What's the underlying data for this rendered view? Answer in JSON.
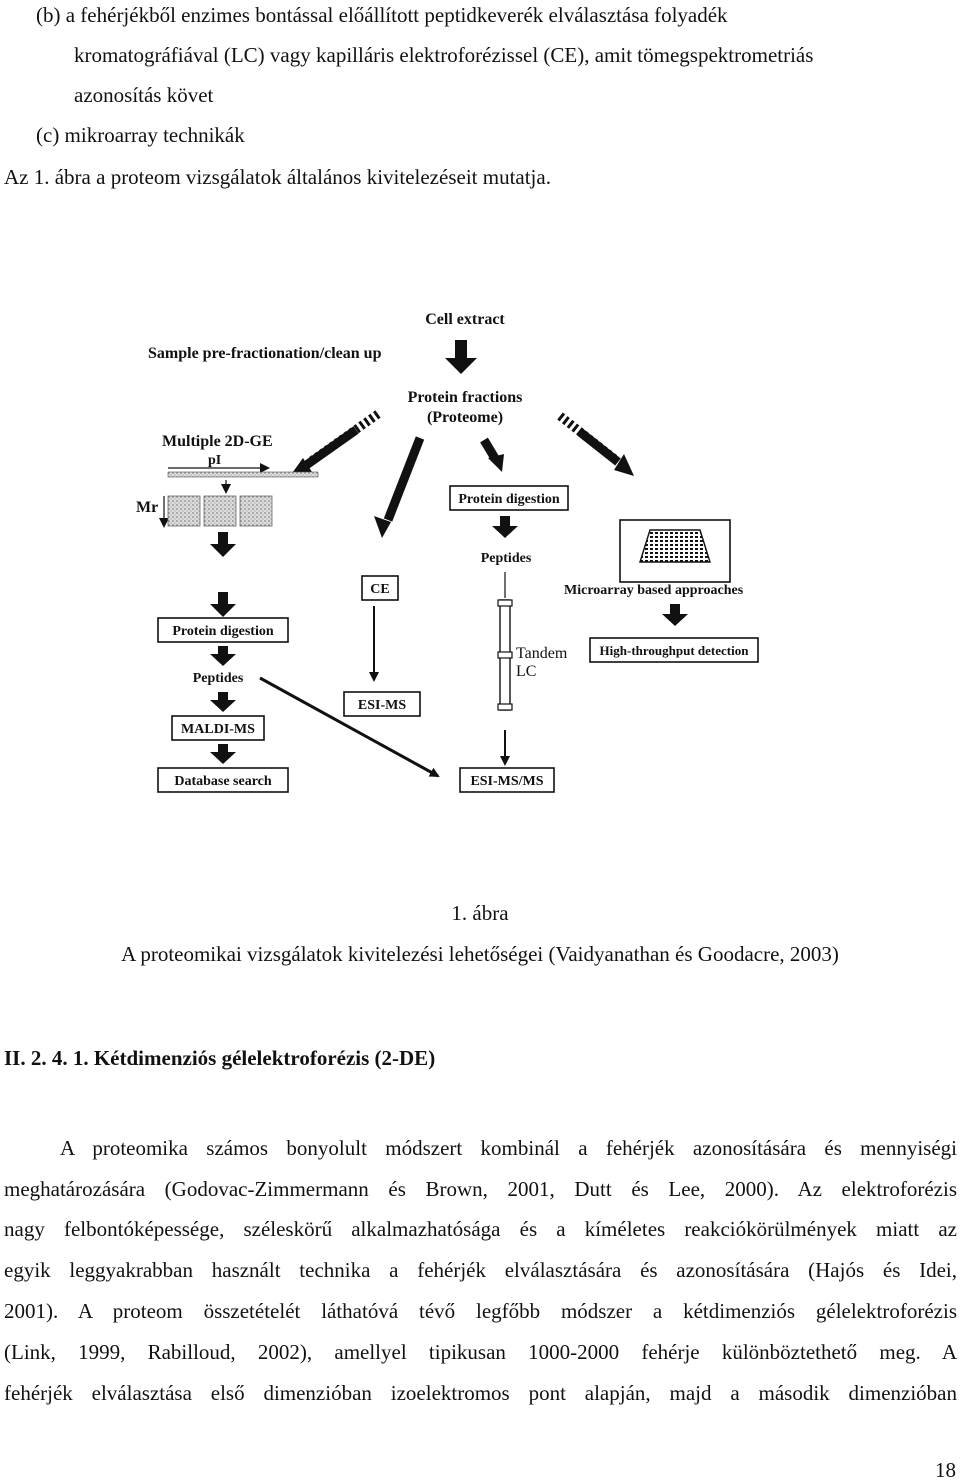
{
  "intro": {
    "items": [
      "(b) a fehérjékből enzimes bontással előállított peptidkeverék elválasztása folyadék",
      "kromatográfiával (LC) vagy kapilláris elektroforézissel (CE), amit tömegspektrometriás",
      "azonosítás követ",
      "(c) mikroarray technikák"
    ],
    "figure_ref": "Az 1. ábra a proteom vizsgálatok általános kivitelezéseit mutatja."
  },
  "figure": {
    "labels": {
      "cell_extract": "Cell extract",
      "pre_fractionation": "Sample pre-fractionation/clean up",
      "protein_fractions": "Protein fractions",
      "proteome": "(Proteome)",
      "multiple_2dge": "Multiple 2D-GE",
      "pi": "pI",
      "mr": "Mr",
      "protein_digestion_mid": "Protein digestion",
      "peptides_mid": "Peptides",
      "microarray": "Microarray based approaches",
      "ce": "CE",
      "tandem": "Tandem",
      "lc": "LC",
      "high_throughput": "High-throughput detection",
      "protein_digestion_left": "Protein digestion",
      "peptides_left": "Peptides",
      "esi_ms": "ESI-MS",
      "maldi_ms": "MALDI-MS",
      "database_search": "Database search",
      "esi_ms_ms": "ESI-MS/MS"
    },
    "caption_number": "1. ábra",
    "caption": "A proteomikai vizsgálatok kivitelezési lehetőségei (Vaidyanathan és Goodacre, 2003)"
  },
  "section": {
    "heading": "II. 2. 4. 1. Kétdimenziós gélelektroforézis (2-DE)",
    "paragraph_lines": [
      "A proteomika számos bonyolult módszert kombinál a fehérjék azonosítására és mennyiségi",
      "meghatározására (Godovac-Zimmermann és Brown, 2001, Dutt és Lee, 2000). Az elektroforézis",
      "nagy felbontóképessége, széleskörű alkalmazhatósága és a kíméletes reakciókörülmények miatt az",
      "egyik leggyakrabban használt technika a fehérjék elválasztására és azonosítására (Hajós és Idei,",
      "2001). A proteom összetételét láthatóvá tévő legfőbb módszer a kétdimenziós gélelektroforézis",
      "(Link, 1999, Rabilloud, 2002), amellyel tipikusan 1000-2000 fehérje különböztethető meg. A",
      "fehérjék elválasztása első dimenzióban izoelektromos pont alapján, majd a második dimenzióban"
    ]
  },
  "page_number": "18"
}
